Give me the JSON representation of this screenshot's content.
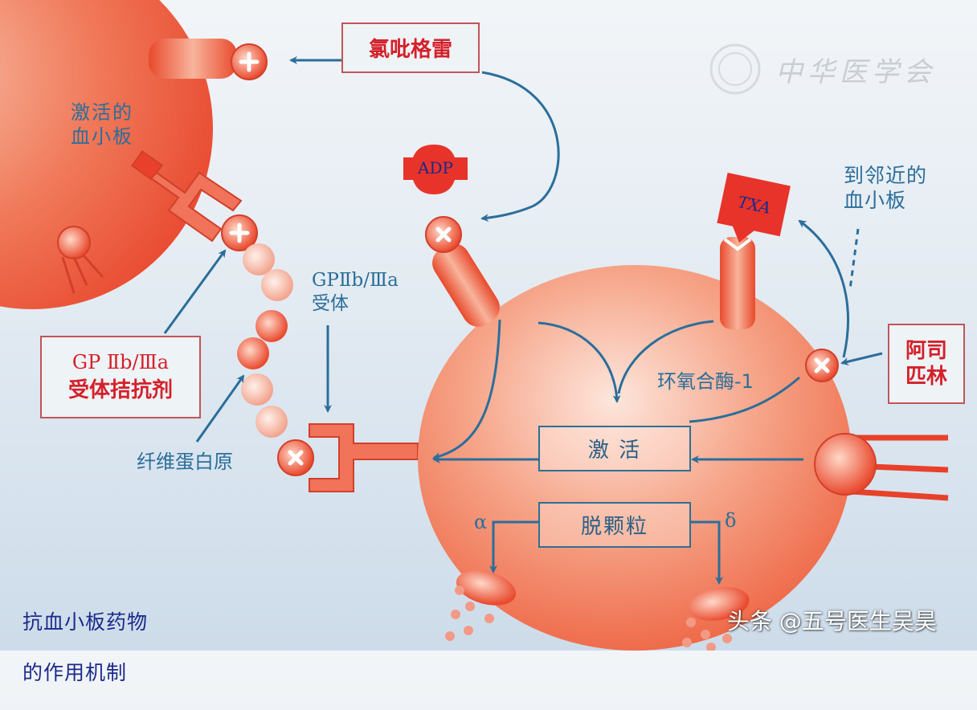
{
  "title": {
    "line1": "抗血小板药物",
    "line2": "的作用机制"
  },
  "watermark": {
    "text": "中华医学会",
    "logo": "society-seal-icon"
  },
  "credit": "头条 @五号医生吴昊",
  "drugs": {
    "clopidogrel": "氯吡格雷",
    "aspirin": "阿司\n匹林",
    "gp_antagonist": {
      "line1": "GP  Ⅱb/Ⅲa",
      "line2": "受体拮抗剂"
    }
  },
  "labels": {
    "activated_platelet": "激活的\n血小板",
    "gp_receptor": "GPⅡb/Ⅲa\n受体",
    "fibrinogen": "纤维蛋白原",
    "to_adjacent": "到邻近的\n血小板",
    "cox1": "环氧合酶-1",
    "adp": "ADP",
    "txa": "TXA",
    "activation": "激  活",
    "degranulation": "脱颗粒",
    "alpha": "α",
    "delta": "δ"
  },
  "colors": {
    "platelet": "#ef5a3c",
    "arrow": "#2b6e9a",
    "drug_text": "#d4202a",
    "box_border": "#c0555a",
    "title": "#1a2a8a"
  }
}
